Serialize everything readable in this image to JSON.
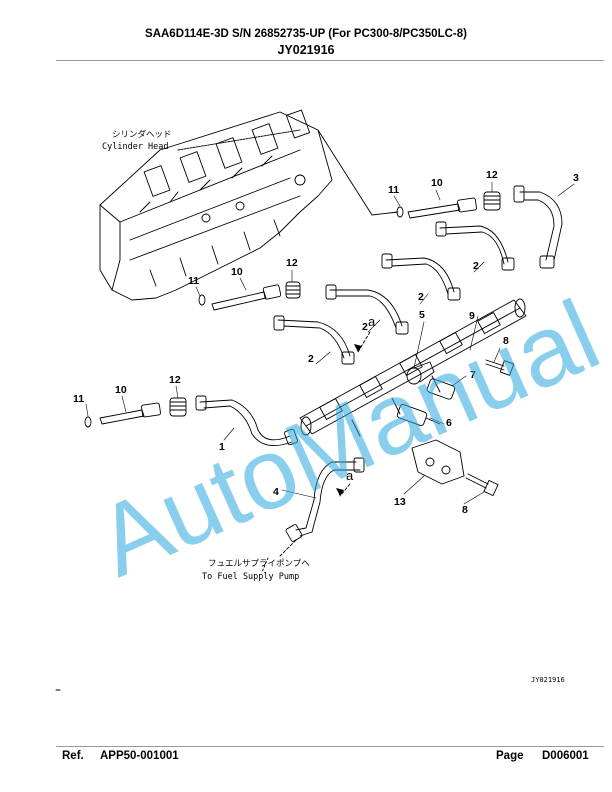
{
  "header": {
    "title": "SAA6D114E-3D S/N 26852735-UP (For PC300-8/PC350LC-8)",
    "code": "JY021916"
  },
  "diagram": {
    "labels": {
      "cylinder_head_jp": "シリンダヘッド",
      "cylinder_head_en": "Cylinder Head",
      "supply_pump_jp": "フュエルサプライポンプへ",
      "supply_pump_en": "To Fuel Supply Pump",
      "ref_a1": "a",
      "ref_a2": "a",
      "image_code": "JY021916"
    },
    "callouts": {
      "c11a": "11",
      "c10a": "10",
      "c12a": "12",
      "c3": "3",
      "c11b": "11",
      "c10b": "10",
      "c12b": "12",
      "c2a": "2",
      "c2b": "2",
      "c2c": "2",
      "c2d": "2",
      "c5": "5",
      "c9": "9",
      "c8a": "8",
      "c7": "7",
      "c11c": "11",
      "c10c": "10",
      "c12c": "12",
      "c1": "1",
      "c6": "6",
      "c4": "4",
      "c13": "13",
      "c8b": "8"
    },
    "watermark": "AutoManual"
  },
  "footer": {
    "ref_label": "Ref.",
    "ref_value": "APP50-001001",
    "page_label": "Page",
    "page_value": "D006001"
  }
}
